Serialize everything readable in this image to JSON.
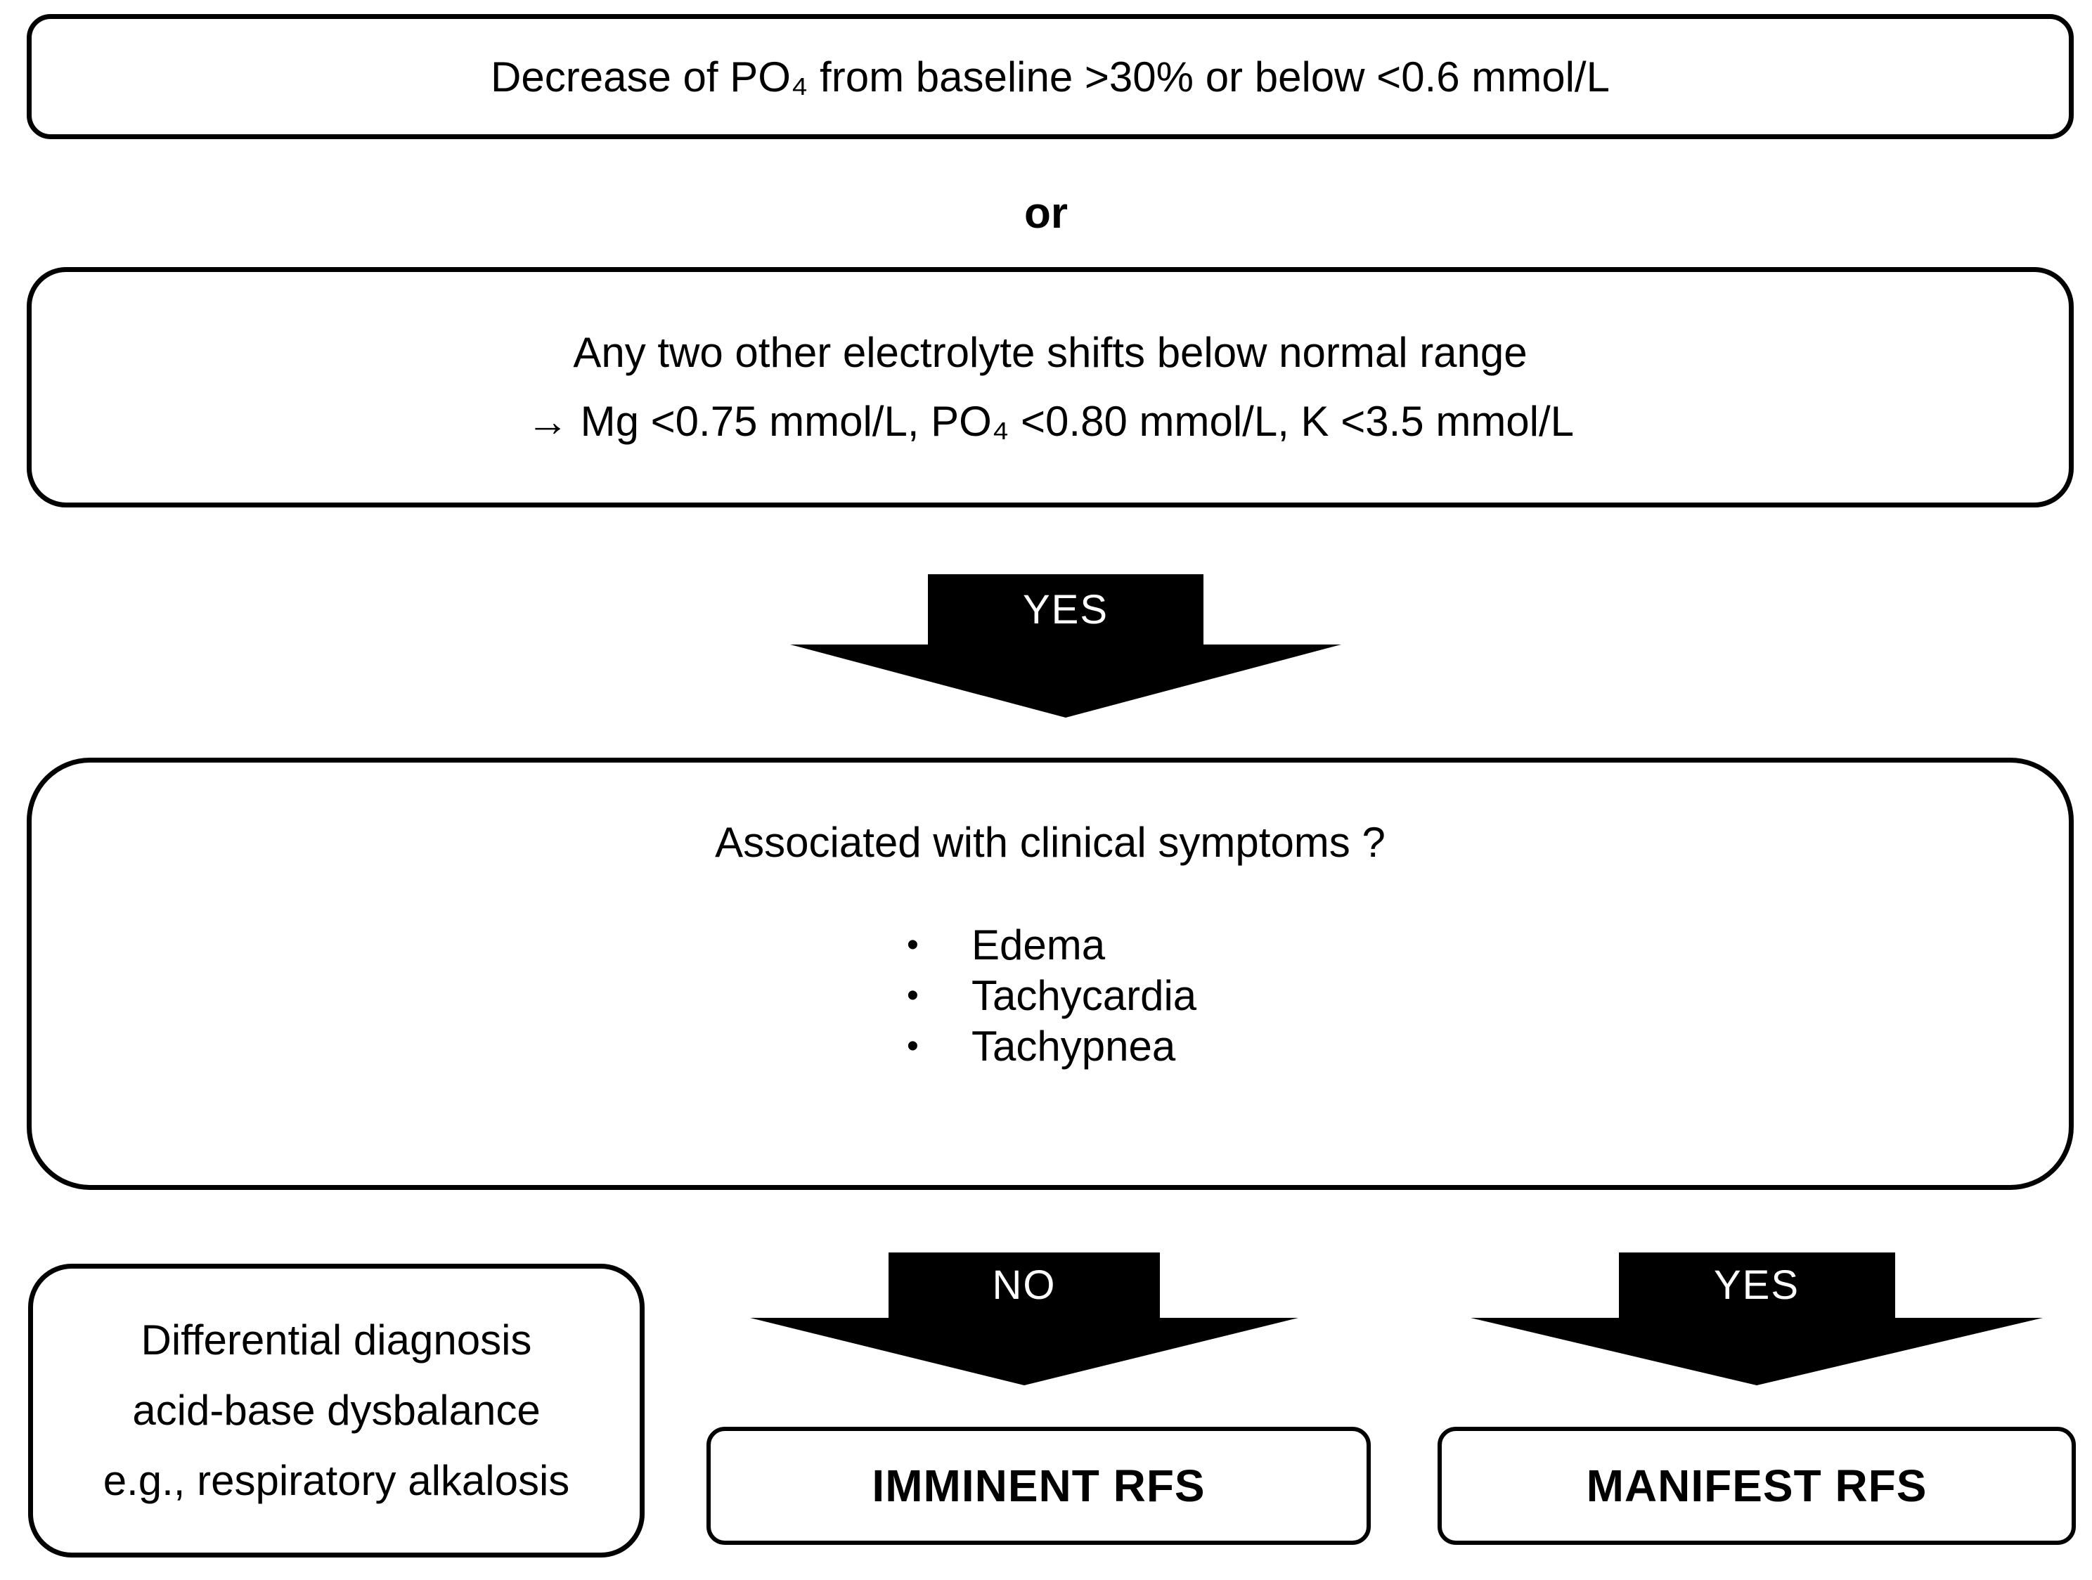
{
  "colors": {
    "ink": "#000000",
    "paper": "#ffffff",
    "arrow_fill": "#000000",
    "arrow_label_text": "#ffffff"
  },
  "boxes": {
    "po4_criterion": {
      "text": "Decrease of PO₄ from baseline >30% or below <0.6 mmol/L"
    },
    "or_connector": "or",
    "electrolyte_criterion": {
      "line1": "Any two other electrolyte shifts below normal range",
      "line2": "→ Mg <0.75 mmol/L, PO₄ <0.80 mmol/L, K <3.5 mmol/L"
    },
    "symptoms": {
      "question": "Associated with clinical symptoms ?",
      "bullet_glyph": "•",
      "items": [
        "Edema",
        "Tachycardia",
        "Tachypnea"
      ]
    },
    "differential": {
      "line1": "Differential diagnosis",
      "line2": "acid-base dysbalance",
      "line3": "e.g., respiratory alkalosis"
    },
    "outcomes": {
      "imminent": "IMMINENT RFS",
      "manifest": "MANIFEST RFS"
    }
  },
  "arrows": {
    "yes_top": "YES",
    "no_bottom": "NO",
    "yes_bottom": "YES"
  }
}
